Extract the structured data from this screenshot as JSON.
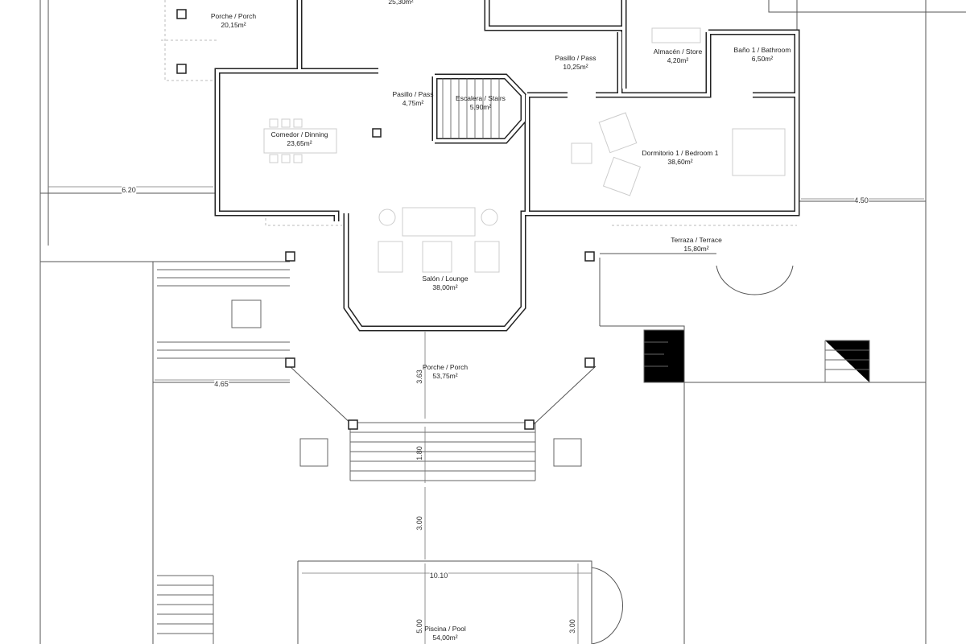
{
  "rooms": {
    "top_partial": {
      "area": "25,30m²"
    },
    "porch_top": {
      "name": "Porche / Porch",
      "area": "20,15m²"
    },
    "pass_1": {
      "name": "Pasillo / Pass",
      "area": "10,25m²"
    },
    "store": {
      "name": "Almacén / Store",
      "area": "4,20m²"
    },
    "bathroom_1": {
      "name": "Baño 1 / Bathroom",
      "area": "6,50m²"
    },
    "pass_2": {
      "name": "Pasillo / Pass",
      "area": "4,75m²"
    },
    "stairs": {
      "name": "Escalera / Stairs",
      "area": "5,90m²"
    },
    "dining": {
      "name": "Comedor / Dinning",
      "area": "23,65m²"
    },
    "bedroom_1": {
      "name": "Dormitorio 1 / Bedroom 1",
      "area": "38,60m²"
    },
    "lounge": {
      "name": "Salón / Lounge",
      "area": "38,00m²"
    },
    "terrace": {
      "name": "Terraza / Terrace",
      "area": "15,80m²"
    },
    "porch_main": {
      "name": "Porche / Porch",
      "area": "53,75m²"
    },
    "pool": {
      "name": "Piscina / Pool",
      "area": "54,00m²"
    }
  },
  "dimensions": {
    "left_setback": "6.20",
    "right_setback": "4.50",
    "deck_width": "4.65",
    "porch_depth": "3.63",
    "steps_depth": "1.80",
    "lawn_depth": "3.00",
    "pool_length": "10.10",
    "pool_width": "5.00",
    "pool_bay": "3.00"
  }
}
